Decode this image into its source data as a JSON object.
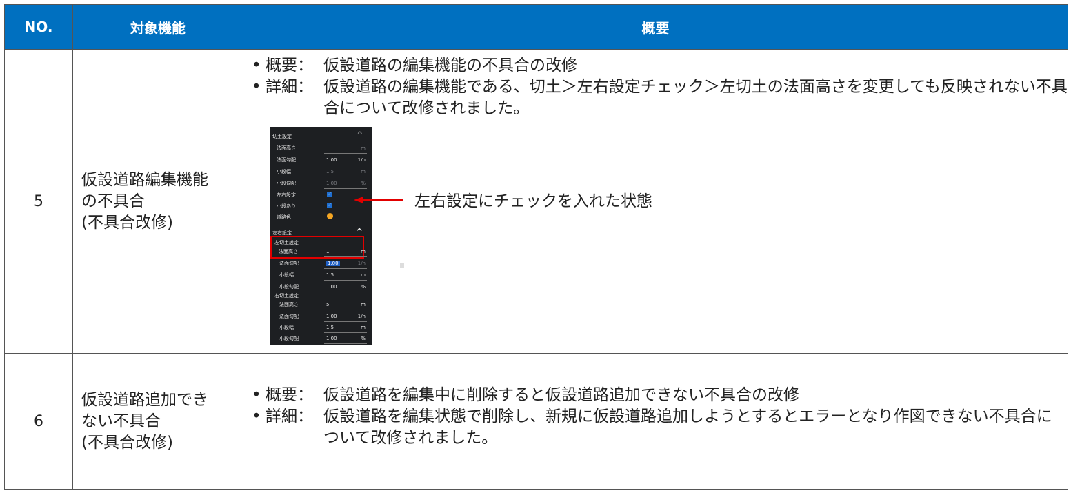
{
  "header": {
    "no": "NO.",
    "func": "対象機能",
    "summary": "概要"
  },
  "rows": [
    {
      "no": "5",
      "func_lines": [
        "仮設道路編集機能",
        "の不具合",
        "(不具合改修)"
      ],
      "bullets": [
        {
          "label": "概要：",
          "text": "仮設道路の編集機能の不具合の改修"
        },
        {
          "label": "詳細：",
          "text": "仮設道路の編集機能である、切土＞左右設定チェック＞左切土の法面高さを変更しても反映されない不具合について改修されました。"
        }
      ],
      "annotation": "左右設定にチェックを入れた状態",
      "panel": {
        "sec1": "切土設定",
        "r_hou_taka": "法面高さ",
        "u_m": "m",
        "r_hou_kou": "法面勾配",
        "v_100": "1.00",
        "u_1n": "1/n",
        "r_kodan_haba": "小段幅",
        "v_15": "1.5",
        "r_kodan_kou": "小段勾配",
        "u_pct": "%",
        "r_lr": "左右設定",
        "r_kodan_ari": "小段あり",
        "r_color": "道路色",
        "sec2": "左右設定",
        "left_sub": "左切土設定",
        "v_1": "1",
        "right_sub": "右切土設定",
        "v_5": "5",
        "caret": "^"
      }
    },
    {
      "no": "6",
      "func_lines": [
        "仮設道路追加でき",
        "ない不具合",
        "(不具合改修)"
      ],
      "bullets": [
        {
          "label": "概要：",
          "text": "仮設道路を編集中に削除すると仮設道路追加できない不具合の改修"
        },
        {
          "label": "詳細：",
          "text": "仮設道路を編集状態で削除し、新規に仮設道路追加しようとするとエラーとなり作図できない不具合について改修されました。"
        }
      ]
    }
  ],
  "colors": {
    "header_bg": "#0070c0",
    "highlight": "#e20000",
    "panel_bg": "#1d1f22"
  }
}
